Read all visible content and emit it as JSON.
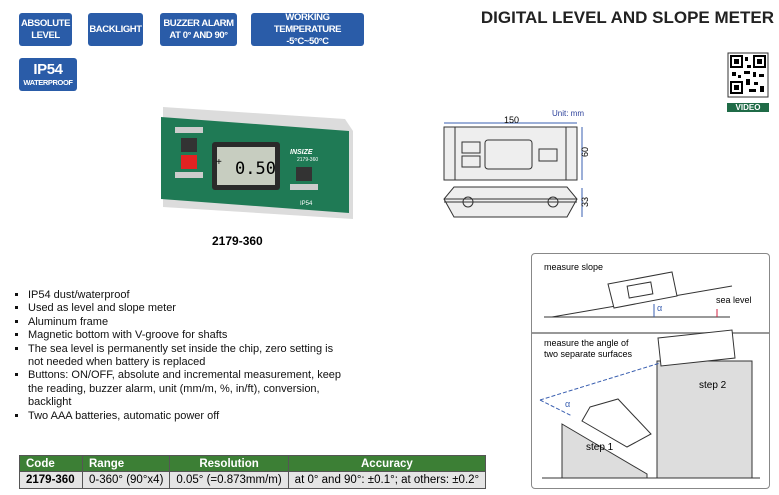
{
  "badges": [
    {
      "line1": "ABSOLUTE",
      "line2": "LEVEL"
    },
    {
      "line1": "BACKLIGHT",
      "line2": ""
    },
    {
      "line1": "BUZZER ALARM",
      "line2": "AT 0° AND 90°"
    },
    {
      "line1": "WORKING TEMPERATURE",
      "line2": "-5°C~50°C"
    }
  ],
  "ip_badge": {
    "big": "IP54",
    "small": "WATERPROOF"
  },
  "title": "DIGITAL LEVEL AND SLOPE METER",
  "qr": {
    "label": "VIDEO"
  },
  "product": {
    "brand": "INSIZE",
    "model_small": "2179-360",
    "display": "0.50",
    "sign": "+",
    "ip": "IP54",
    "code_label": "2179-360"
  },
  "drawing": {
    "unit": "Unit: mm",
    "length": "150",
    "width": "60",
    "height": "33"
  },
  "features": [
    "IP54 dust/waterproof",
    "Used as level and slope meter",
    "Aluminum frame",
    "Magnetic bottom with V-groove for shafts",
    "The sea level is permanently set inside the chip, zero setting is not needed when battery is replaced",
    "Buttons: ON/OFF, absolute and incremental measurement, keep the reading, buzzer alarm, unit (mm/m, %, in/ft), conversion, backlight",
    "Two AAA batteries, automatic power off"
  ],
  "table": {
    "headers": [
      "Code",
      "Range",
      "Resolution",
      "Accuracy"
    ],
    "rows": [
      [
        "2179-360",
        "0-360° (90°x4)",
        "0.05° (=0.873mm/m)",
        "at 0° and 90°: ±0.1°; at others: ±0.2°"
      ]
    ]
  },
  "diagram": {
    "slope_label": "measure slope",
    "sea_level": "sea level",
    "alpha": "α",
    "two_surfaces_line1": "measure the angle of",
    "two_surfaces_line2": "two separate surfaces",
    "step1": "step 1",
    "step2": "step 2"
  },
  "colors": {
    "badge": "#2a5ca8",
    "green": "#3c7f35",
    "device": "#1f7a55"
  }
}
